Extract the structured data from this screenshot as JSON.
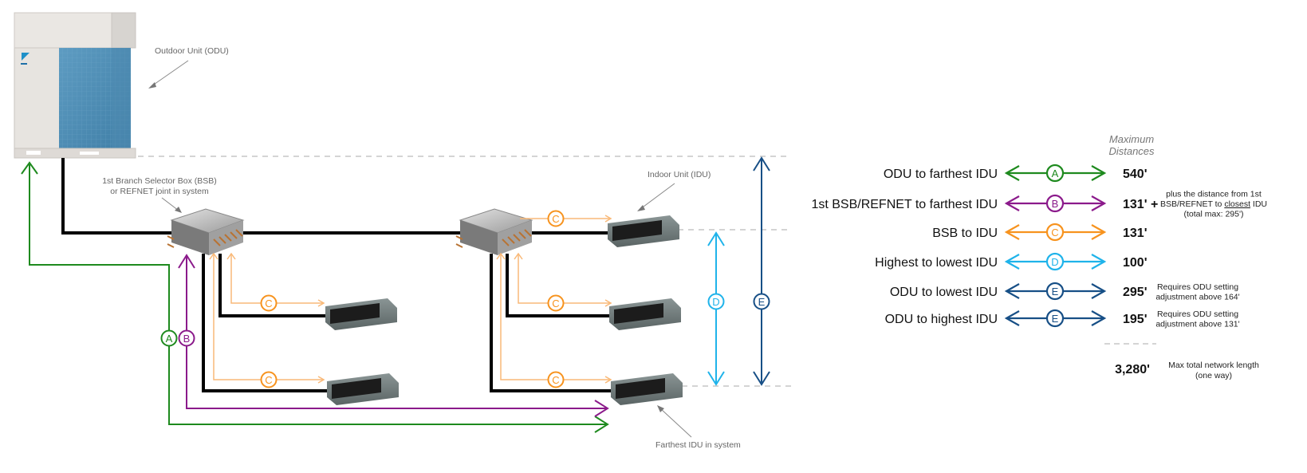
{
  "colors": {
    "A": "#1e8a1e",
    "B": "#8b1a8b",
    "C": "#f7931e",
    "C_light": "#f9b978",
    "D": "#1fb3ea",
    "E": "#174f86",
    "pipe": "#000000",
    "dash": "#bbbbbb",
    "annot": "#666666"
  },
  "annotations": {
    "odu": "Outdoor Unit (ODU)",
    "bsb_line1": "1st Branch Selector Box (BSB)",
    "bsb_line2": "or REFNET joint in system",
    "idu": "Indoor Unit (IDU)",
    "farthest": "Farthest IDU in system"
  },
  "badges": {
    "A": "A",
    "B": "B",
    "C": "C",
    "D": "D",
    "E": "E"
  },
  "legend": {
    "header_line1": "Maximum",
    "header_line2": "Distances",
    "rows": [
      {
        "key": "A",
        "label": "ODU to farthest IDU",
        "value": "540'",
        "note": []
      },
      {
        "key": "B",
        "label": "1st BSB/REFNET to farthest IDU",
        "value": "131' +",
        "note": [
          "plus the distance from 1st",
          "BSB/REFNET to closest IDU",
          "(total max: 295')"
        ],
        "note_underline": "closest"
      },
      {
        "key": "C",
        "label": "BSB to IDU",
        "value": "131'",
        "note": []
      },
      {
        "key": "D",
        "label": "Highest to lowest IDU",
        "value": "100'",
        "note": []
      },
      {
        "key": "E",
        "label": "ODU to lowest IDU",
        "value": "295'",
        "note": [
          "Requires ODU setting",
          "adjustment above 164'"
        ]
      },
      {
        "key": "E",
        "label": "ODU to highest IDU",
        "value": "195'",
        "note": [
          "Requires ODU setting",
          "adjustment above 131'"
        ]
      }
    ],
    "total": {
      "value": "3,280'",
      "note": [
        "Max total network length",
        "(one way)"
      ]
    }
  }
}
